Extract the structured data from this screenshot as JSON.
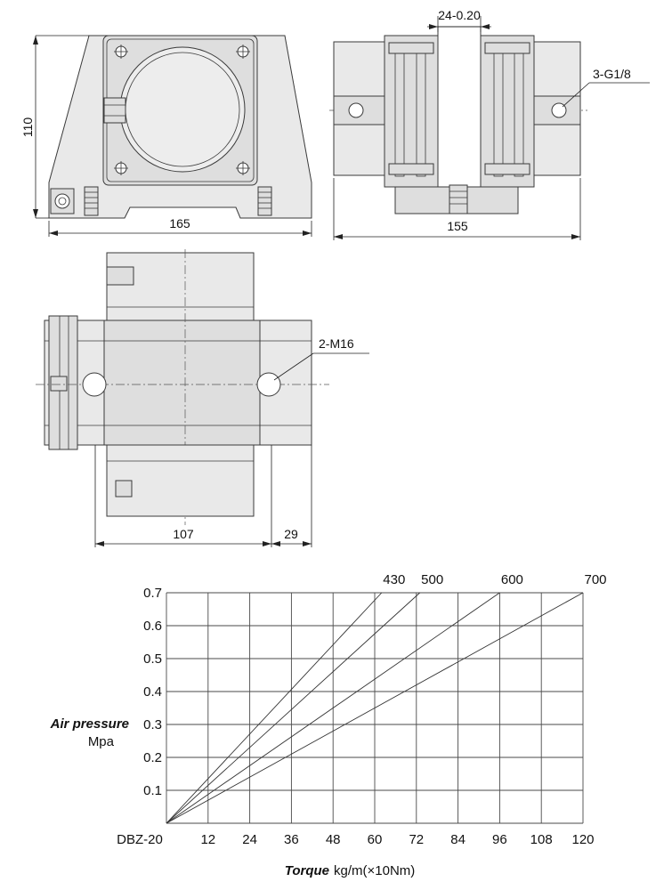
{
  "dimensions": {
    "top_left_height": "110",
    "top_left_width": "165",
    "top_right_gap": "24-0.20",
    "top_right_port": "3-G1/8",
    "top_right_width": "155",
    "bottom_bolt": "2-M16",
    "bottom_width": "107",
    "bottom_offset": "29"
  },
  "chart_data": {
    "type": "line",
    "xlabel_italic": "Torque",
    "xlabel_unit": "kg/m(×10Nm)",
    "ylabel_italic": "Air pressure",
    "ylabel_unit": "Mpa",
    "x_ticks": [
      "DBZ-20",
      "12",
      "24",
      "36",
      "48",
      "60",
      "72",
      "84",
      "96",
      "108",
      "120"
    ],
    "y_ticks": [
      "0.1",
      "0.2",
      "0.3",
      "0.4",
      "0.5",
      "0.6",
      "0.7"
    ],
    "xlim": [
      0,
      120
    ],
    "ylim": [
      0,
      0.7
    ],
    "series": [
      {
        "name": "430",
        "x": [
          0,
          62
        ],
        "y": [
          0,
          0.7
        ]
      },
      {
        "name": "500",
        "x": [
          0,
          73
        ],
        "y": [
          0,
          0.7
        ]
      },
      {
        "name": "600",
        "x": [
          0,
          96
        ],
        "y": [
          0,
          0.7
        ]
      },
      {
        "name": "700",
        "x": [
          0,
          120
        ],
        "y": [
          0,
          0.7
        ]
      }
    ],
    "grid": true
  }
}
